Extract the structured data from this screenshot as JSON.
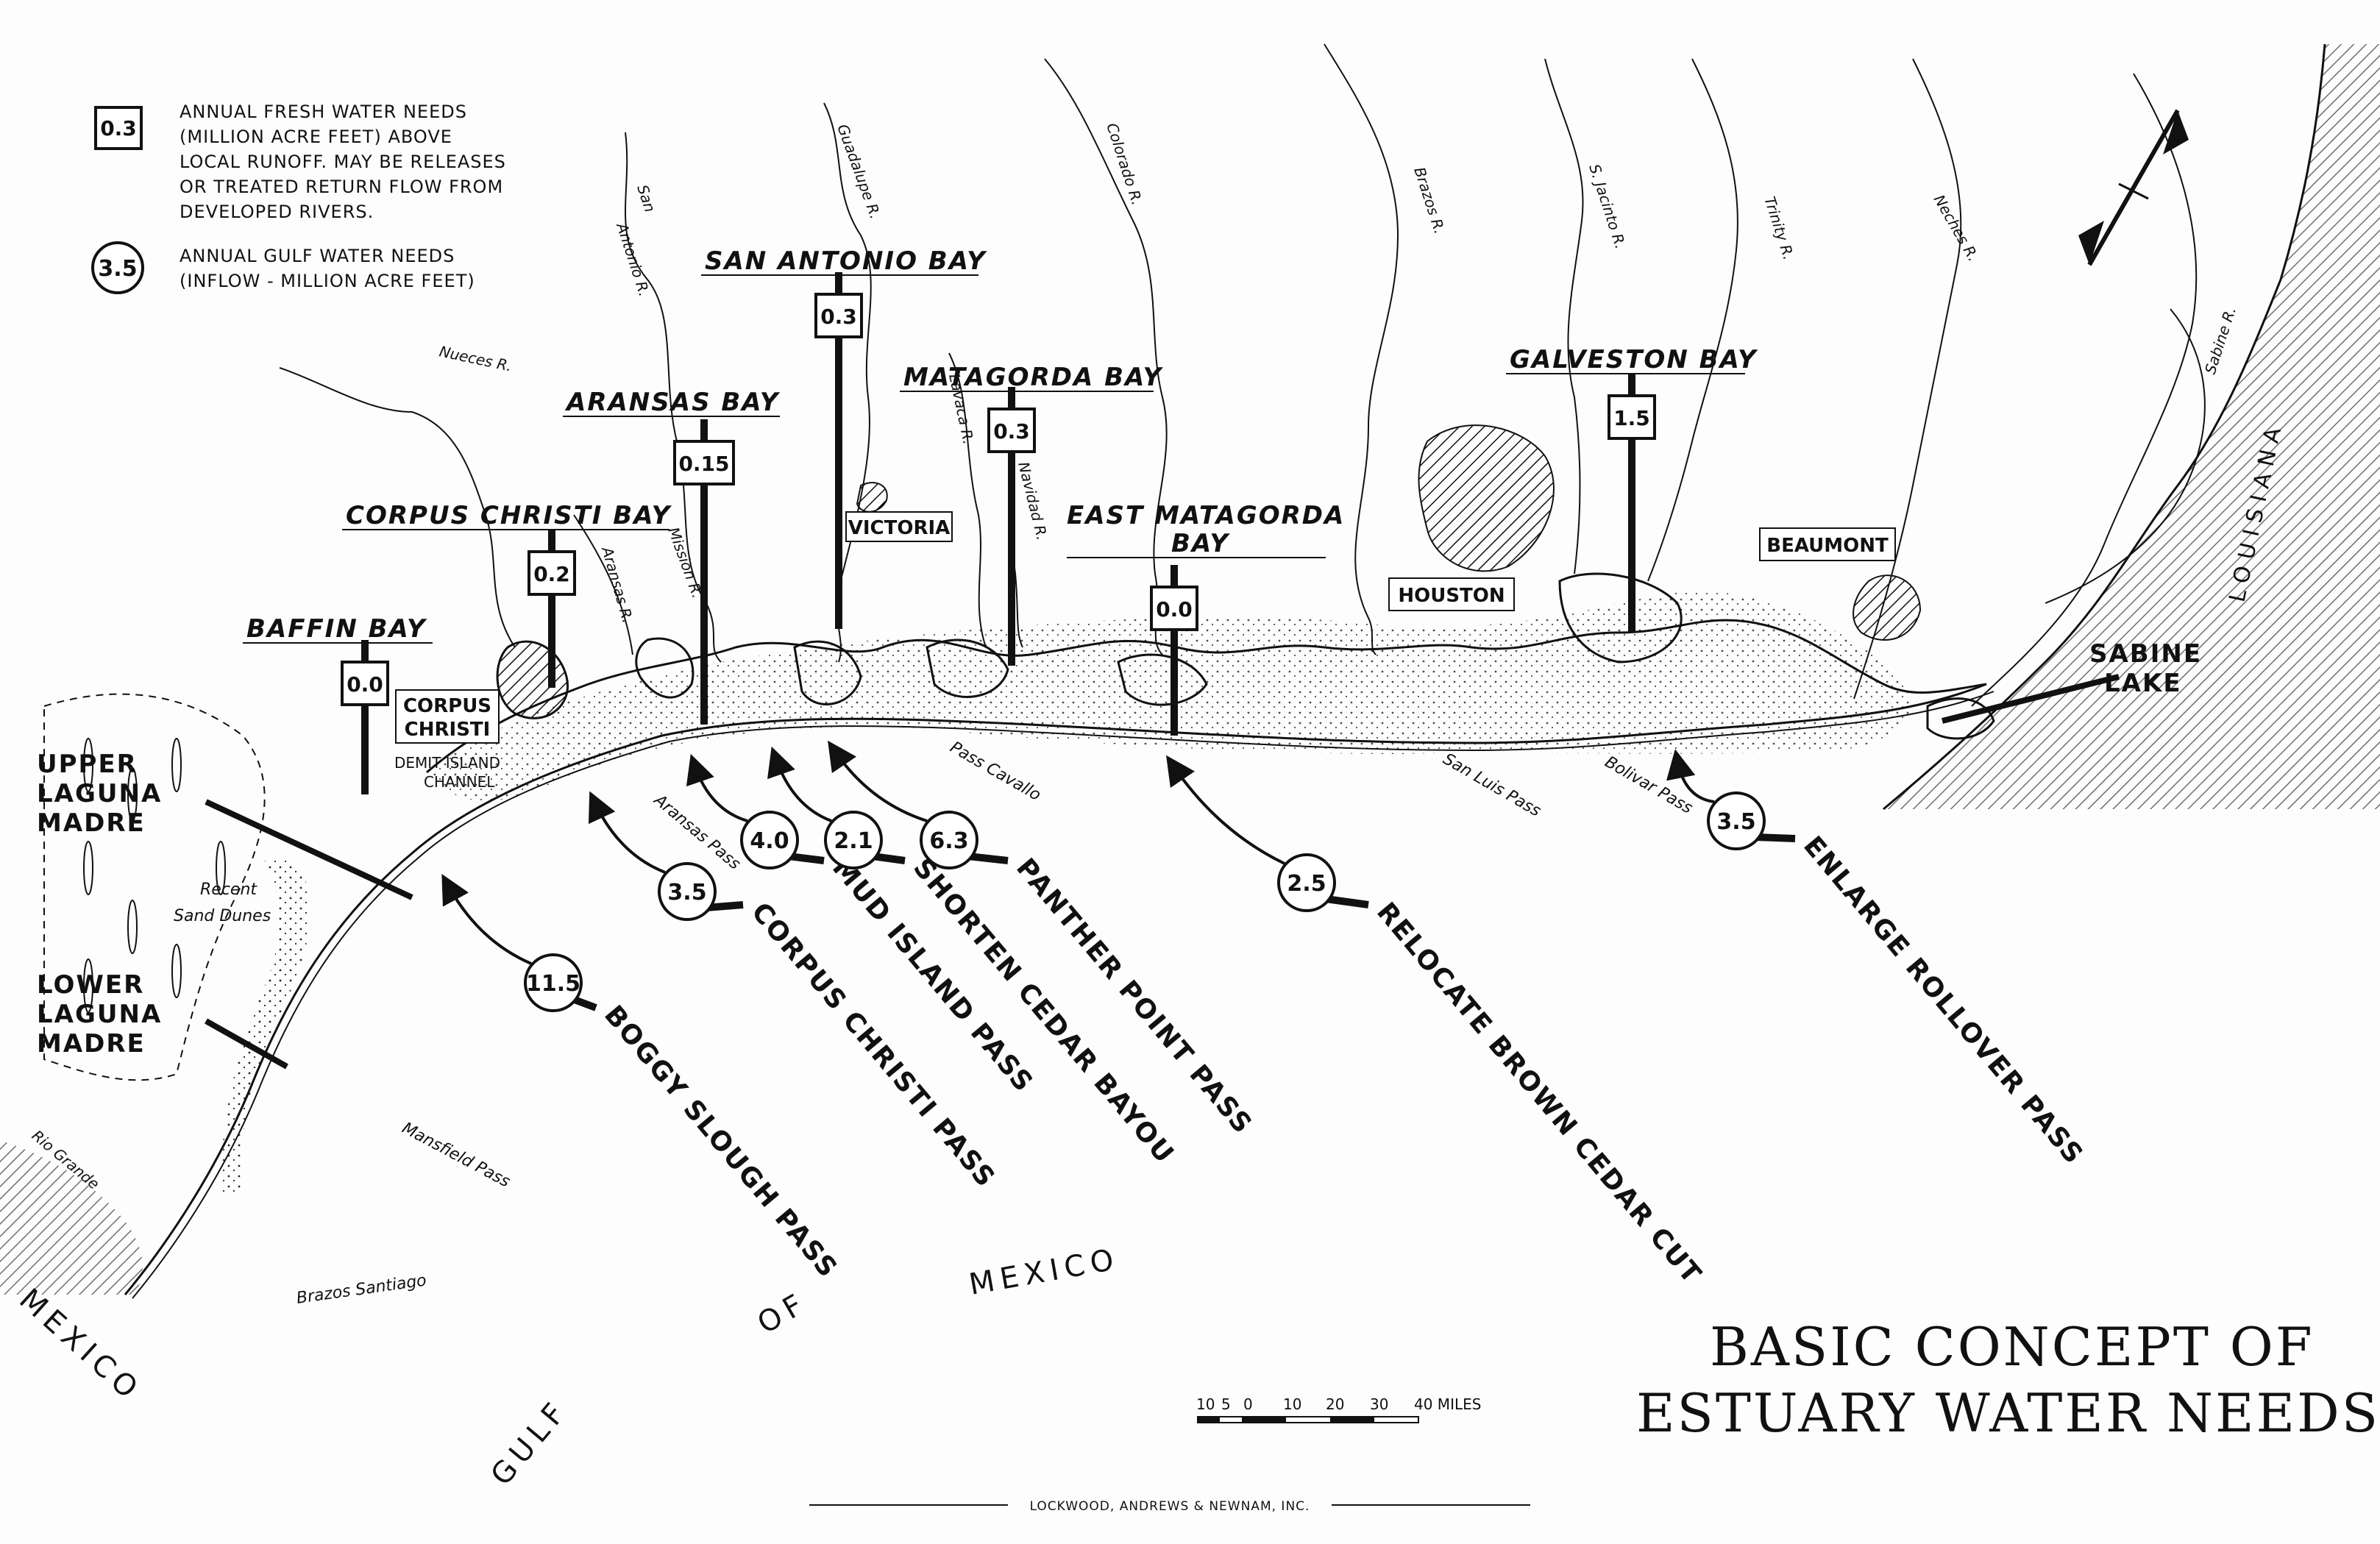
{
  "title": {
    "line1": "BASIC CONCEPT OF",
    "line2": "ESTUARY WATER NEEDS"
  },
  "credit": "LOCKWOOD, ANDREWS & NEWNAM, INC.",
  "legend": {
    "fresh_value": "0.3",
    "fresh_lines": [
      "ANNUAL FRESH WATER NEEDS",
      "(MILLION ACRE FEET) ABOVE",
      "LOCAL RUNOFF. MAY BE RELEASES",
      "OR TREATED RETURN FLOW FROM",
      "DEVELOPED RIVERS."
    ],
    "gulf_value": "3.5",
    "gulf_lines": [
      "ANNUAL GULF WATER NEEDS",
      "(INFLOW - MILLION ACRE FEET)"
    ]
  },
  "scale_bar": {
    "labels": [
      "10",
      "5",
      "0",
      "10",
      "20",
      "30",
      "40 MILES"
    ]
  },
  "bays": [
    {
      "name": "BAFFIN BAY",
      "fresh": "0.0"
    },
    {
      "name": "CORPUS CHRISTI BAY",
      "fresh": "0.2"
    },
    {
      "name": "ARANSAS BAY",
      "fresh": "0.15"
    },
    {
      "name": "SAN ANTONIO BAY",
      "fresh": "0.3"
    },
    {
      "name": "MATAGORDA BAY",
      "fresh": "0.3"
    },
    {
      "name_line1": "EAST MATAGORDA",
      "name_line2": "BAY",
      "fresh": "0.0"
    },
    {
      "name": "GALVESTON BAY",
      "fresh": "1.5"
    }
  ],
  "passes": [
    {
      "name": "BOGGY SLOUGH PASS",
      "gulf": "11.5"
    },
    {
      "name": "CORPUS CHRISTI PASS",
      "gulf": "3.5"
    },
    {
      "name": "MUD ISLAND PASS",
      "gulf": "4.0"
    },
    {
      "name": "SHORTEN CEDAR BAYOU",
      "gulf": "2.1"
    },
    {
      "name": "PANTHER POINT PASS",
      "gulf": "6.3"
    },
    {
      "name": "RELOCATE BROWN CEDAR CUT",
      "gulf": "2.5"
    },
    {
      "name": "ENLARGE ROLLOVER PASS",
      "gulf": "3.5"
    }
  ],
  "cities": [
    "CORPUS",
    "CHRISTI",
    "VICTORIA",
    "HOUSTON",
    "BEAUMONT"
  ],
  "rivers": [
    "Nueces R.",
    "San",
    "Antonio R.",
    "Guadalupe R.",
    "Colorado R.",
    "Brazos R.",
    "S. Jacinto R.",
    "Trinity R.",
    "Neches R.",
    "Sabine R.",
    "Lavaca R.",
    "Navidad R.",
    "Aransas R.",
    "Mission R.",
    "Rio Grande"
  ],
  "small_passes": [
    "Aransas Pass",
    "Pass Cavallo",
    "San Luis Pass",
    "Bolivar Pass",
    "Mansfield Pass",
    "Brazos Santiago"
  ],
  "features": {
    "demit_line1": "DEMIT ISLAND",
    "demit_line2": "CHANNEL",
    "dunes_line1": "Recent",
    "dunes_line2": "Sand Dunes",
    "upper_lm": [
      "UPPER",
      "LAGUNA",
      "MADRE"
    ],
    "lower_lm": [
      "LOWER",
      "LAGUNA",
      "MADRE"
    ],
    "sabine": [
      "SABINE",
      "LAKE"
    ]
  },
  "regions": {
    "louisiana": "LOUISIANA",
    "mexico": "MEXICO",
    "gulf_1": "GULF",
    "gulf_2": "OF",
    "gulf_3": "MEXICO"
  }
}
